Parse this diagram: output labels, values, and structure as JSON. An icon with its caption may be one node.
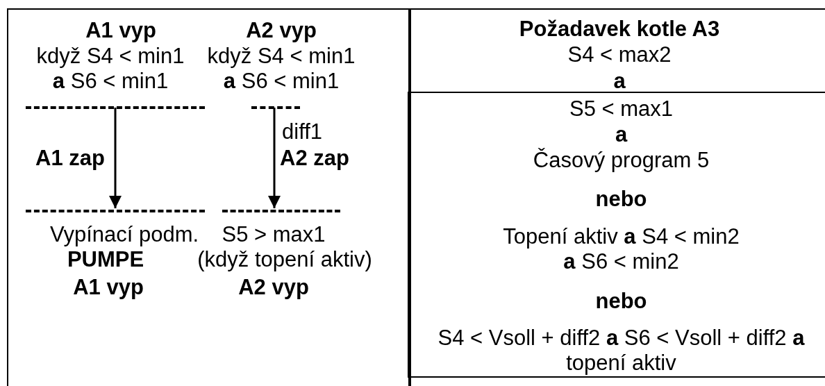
{
  "diagram": {
    "nodes": [
      {
        "text": [],
        "shape": "box"
      },
      {
        "text": [],
        "shape": "line",
        "in": 0
      },
      {
        "text": [],
        "shape": "line",
        "in": 0
      },
      {
        "text": [],
        "shape": "line",
        "in": 0
      },
      {
        "text": [],
        "shape": "line",
        "in": 0
      },
      {
        "text": [
          "Požadavek kotle A3",
          "S4 < max2",
          "a"
        ]
      },
      {
        "text": [
          "S5 < max1",
          "a",
          "Časový program 5",
          "nebo",
          "Topení aktiv **a** S4 < min2 **a** S6 < min2",
          "nebo",
          "S4 < Vsoll + diff2 **a** S6 < Vsoll + diff2 **a** topení aktiv"
        ],
        "in": 5
      }
    ],
    "edges": [
      {
        "from": 1,
        "to": 3,
        "arrow": "to"
      },
      {
        "from": 2,
        "to": 4,
        "arrow": "to"
      }
    ],
    "labels": [
      "A1 vyp",
      "když S4 < min1 **a** S6 < min1",
      "A2 vyp",
      "když S4 < min1 **a** S6 < min1",
      "diff1",
      "A1 zap",
      "A2 zap",
      "Vypínací podm.",
      "S5 > max1",
      "PUMPE",
      "(když topení aktiv)",
      "A1 vyp",
      "A2 vyp"
    ]
  }
}
